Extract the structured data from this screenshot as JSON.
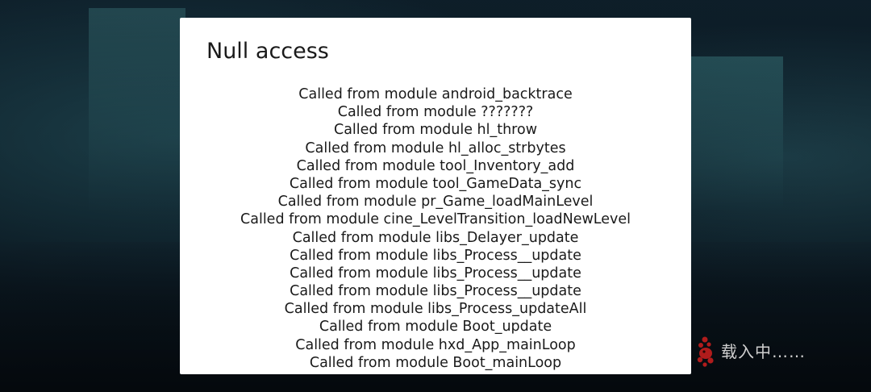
{
  "dialog": {
    "title": "Null access",
    "trace": [
      "Called from module android_backtrace",
      "Called from module ???????",
      "Called from module hl_throw",
      "Called from module hl_alloc_strbytes",
      "Called from module tool_Inventory_add",
      "Called from module tool_GameData_sync",
      "Called from module pr_Game_loadMainLevel",
      "Called from module cine_LevelTransition_loadNewLevel",
      "Called from module libs_Delayer_update",
      "Called from module libs_Process__update",
      "Called from module libs_Process__update",
      "Called from module libs_Process__update",
      "Called from module libs_Process_updateAll",
      "Called from module Boot_update",
      "Called from module hxd_App_mainLoop",
      "Called from module Boot_mainLoop"
    ]
  },
  "loading": {
    "text": "载入中……",
    "icon": "loading-creature-icon",
    "icon_color": "#b01c1c"
  }
}
